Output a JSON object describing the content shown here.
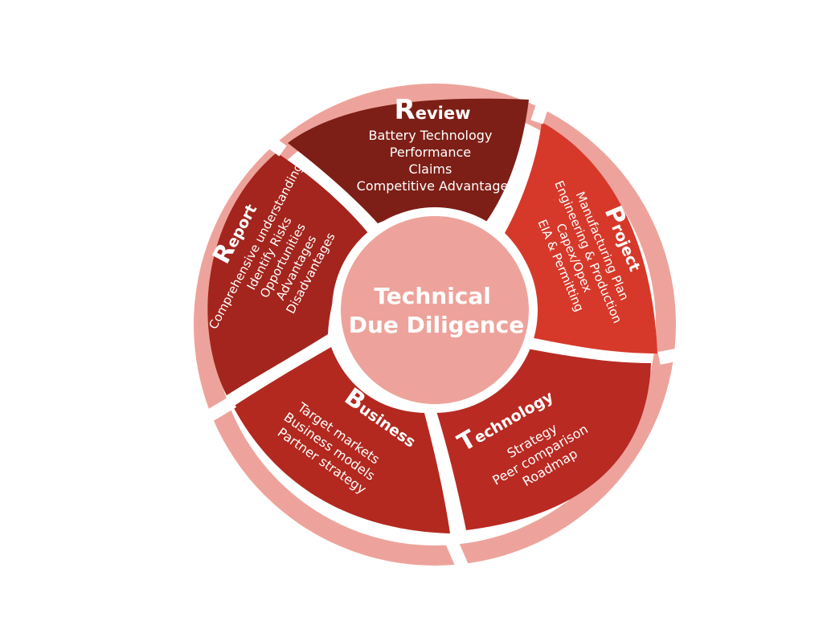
{
  "colors": {
    "outer_ring": "#eda39b",
    "center": "#eda39b",
    "review": "#7d1f17",
    "project": "#d6392a",
    "technology": "#b92a22",
    "business": "#b3291f",
    "report": "#a3251d"
  },
  "center": {
    "line1": "Technical",
    "line2": "Due Diligence"
  },
  "segments": {
    "review": {
      "initial": "R",
      "rest": "eview",
      "lines": [
        "Battery Technology",
        "Performance",
        "Claims",
        "Competitive Advantage"
      ]
    },
    "project": {
      "initial": "P",
      "rest": "roject",
      "lines": [
        "Manufacturing Plan",
        "Engineering & Production",
        "Capex/Opex",
        "EIA & Permitting"
      ]
    },
    "technology": {
      "initial": "T",
      "rest": "echnology",
      "lines": [
        "Strategy",
        "Peer comparison",
        "Roadmap"
      ]
    },
    "business": {
      "initial": "B",
      "rest": "usiness",
      "lines": [
        "Target markets",
        "Business models",
        "Partner strategy"
      ]
    },
    "report": {
      "initial": "R",
      "rest": "eport",
      "lines": [
        "Comprehensive understanding",
        "Identify Risks",
        "Opportunities",
        "Advantages",
        "Disadvantages"
      ]
    }
  }
}
